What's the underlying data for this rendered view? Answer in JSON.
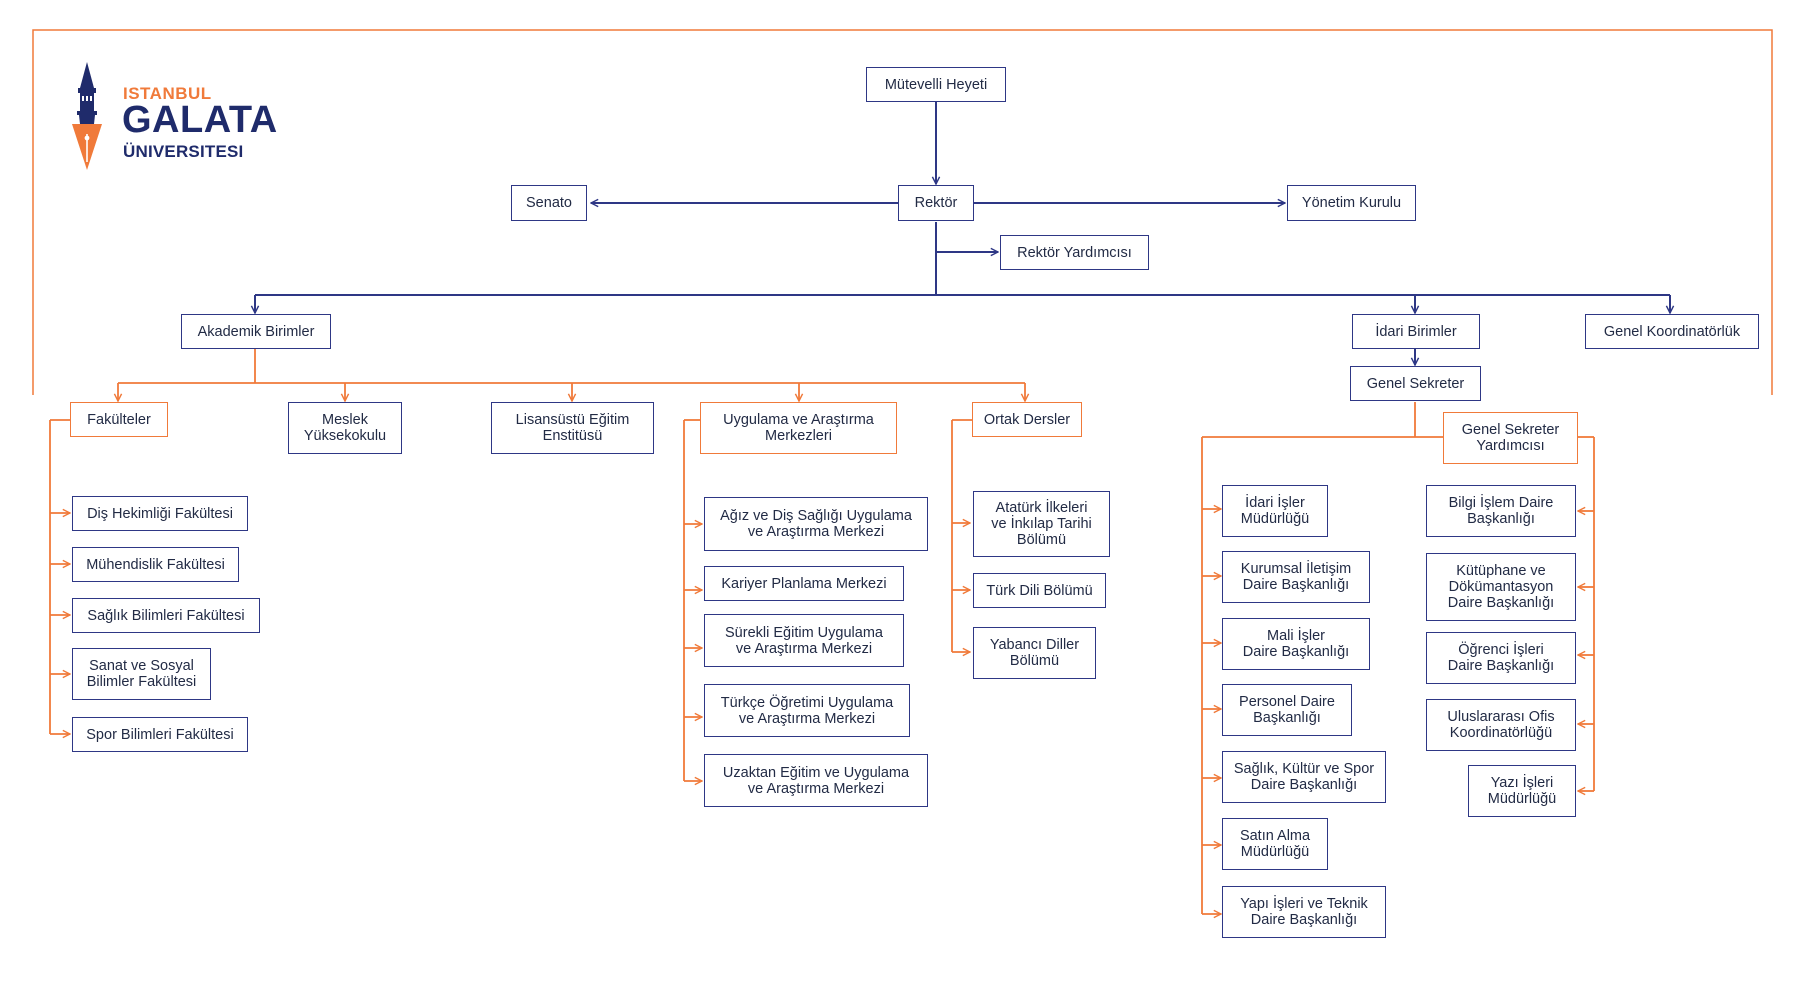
{
  "logo": {
    "line1": "ISTANBUL",
    "line2": "GALATA",
    "line3": "ÜNIVERSITESI"
  },
  "colors": {
    "blue": "#2e3785",
    "orange": "#f07a3a",
    "navy": "#1f2b6b"
  },
  "nodes": {
    "mutevelli": "Mütevelli Heyeti",
    "senato": "Senato",
    "rektor": "Rektör",
    "yonetim": "Yönetim Kurulu",
    "rektor_yrd": "Rektör Yardımcısı",
    "akademik": "Akademik Birimler",
    "idari": "İdari Birimler",
    "genel_koord": "Genel Koordinatörlük",
    "genel_sekreter": "Genel Sekreter",
    "fakulteler": "Fakülteler",
    "meslek": "Meslek\nYüksekokulu",
    "lisansustu": "Lisansüstü Eğitim\nEnstitüsü",
    "uygulama": "Uygulama ve Araştırma\nMerkezleri",
    "ortak": "Ortak Dersler",
    "gs_yrd": "Genel Sekreter\nYardımcısı",
    "fak_dis": "Diş Hekimliği Fakültesi",
    "fak_muh": "Mühendislik Fakültesi",
    "fak_sag": "Sağlık Bilimleri Fakültesi",
    "fak_san": "Sanat ve Sosyal\nBilimler Fakültesi",
    "fak_spo": "Spor Bilimleri Fakültesi",
    "mer_agiz": "Ağız ve Diş Sağlığı Uygulama\nve Araştırma Merkezi",
    "mer_kar": "Kariyer Planlama Merkezi",
    "mer_sur": "Sürekli Eğitim Uygulama\nve Araştırma Merkezi",
    "mer_tur": "Türkçe Öğretimi Uygulama\nve Araştırma Merkezi",
    "mer_uza": "Uzaktan Eğitim ve Uygulama\nve Araştırma Merkezi",
    "ort_ata": "Atatürk İlkeleri\nve İnkılap Tarihi\nBölümü",
    "ort_tur": "Türk Dili Bölümü",
    "ort_yab": "Yabancı Diller\nBölümü",
    "id_idari": "İdari İşler\nMüdürlüğü",
    "id_kur": "Kurumsal İletişim\nDaire Başkanlığı",
    "id_mal": "Mali İşler\nDaire Başkanlığı",
    "id_per": "Personel Daire\nBaşkanlığı",
    "id_sag": "Sağlık, Kültür ve Spor\nDaire Başkanlığı",
    "id_sat": "Satın Alma\nMüdürlüğü",
    "id_yap": "Yapı İşleri ve Teknik\nDaire Başkanlığı",
    "id_bil": "Bilgi İşlem Daire\nBaşkanlığı",
    "id_kut": "Kütüphane ve\nDökümantasyon\nDaire Başkanlığı",
    "id_ogr": "Öğrenci İşleri\nDaire Başkanlığı",
    "id_ulu": "Uluslararası Ofis\nKoordinatörlüğü",
    "id_yaz": "Yazı İşleri\nMüdürlüğü"
  }
}
